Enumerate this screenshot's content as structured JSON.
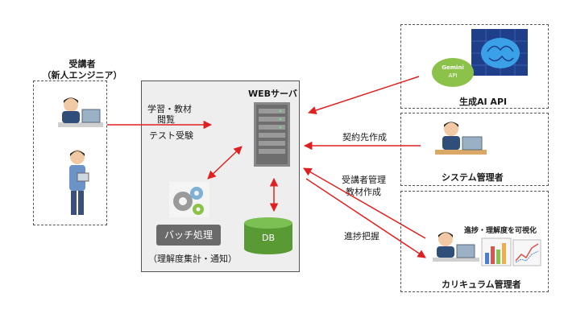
{
  "learner": {
    "title": "受講者",
    "subtitle": "（新人エンジニア）"
  },
  "server_box": {
    "web_server_label": "WEBサーバ",
    "left_labels": [
      "学習・教材",
      "閲覧",
      "テスト受験"
    ],
    "batch_label": "バッチ処理",
    "batch_caption": "（理解度集計・通知）",
    "db_label": "DB"
  },
  "ai_box": {
    "title": "生成AI API",
    "gemini_text": [
      "Gemini",
      "API"
    ]
  },
  "sysadmin_box": {
    "title": "システム管理者"
  },
  "curriculum_box": {
    "title": "カリキュラム管理者",
    "visualize_label": "進捗・理解度を可視化"
  },
  "arrow_labels": {
    "contract": "契約先作成",
    "manage": [
      "受講者管理",
      "教材作成"
    ],
    "progress": "進捗把握"
  },
  "colors": {
    "arrow": "#e02020",
    "db": "#5a9a35",
    "batch": "#6a6a6a",
    "server_bg": "#eeeeee"
  }
}
